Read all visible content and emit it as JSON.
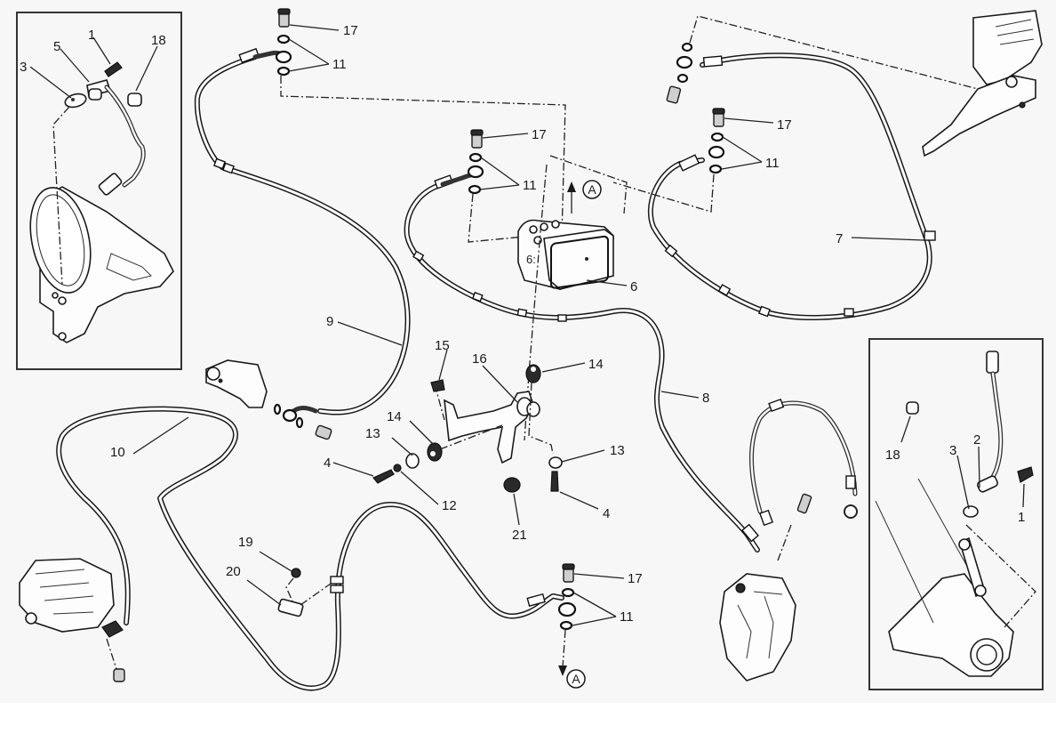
{
  "diagram": {
    "type": "exploded-parts-diagram",
    "subject": "brake hoses / ABS system",
    "reference_marker": "A",
    "callouts": {
      "inset_left": {
        "c1": "1",
        "c5": "5",
        "c3": "3",
        "c18": "18"
      },
      "inset_right": {
        "c18": "18",
        "c3": "3",
        "c2": "2",
        "c1": "1"
      },
      "hose9_top": {
        "c17": "17",
        "c11": "11"
      },
      "abs_top": {
        "c17": "17",
        "c11": "11"
      },
      "hose7_top": {
        "c17": "17",
        "c11": "11"
      },
      "abs_unit": "6",
      "hose7": "7",
      "hose8": "8",
      "hose9": "9",
      "hose10": "10",
      "bracket": {
        "c15": "15",
        "c16": "16",
        "c14_top": "14",
        "c14_left": "14",
        "c13_left": "13",
        "c13_right": "13",
        "c4_left": "4",
        "c4_right": "4",
        "c12": "12",
        "c21": "21"
      },
      "clamp": {
        "c19": "19",
        "c20": "20"
      },
      "hose_bottom": {
        "c17": "17",
        "c11": "11"
      }
    },
    "parts_legend_numbers": [
      "1",
      "2",
      "3",
      "4",
      "5",
      "6",
      "7",
      "8",
      "9",
      "10",
      "11",
      "12",
      "13",
      "14",
      "15",
      "16",
      "17",
      "18",
      "19",
      "20",
      "21"
    ]
  }
}
